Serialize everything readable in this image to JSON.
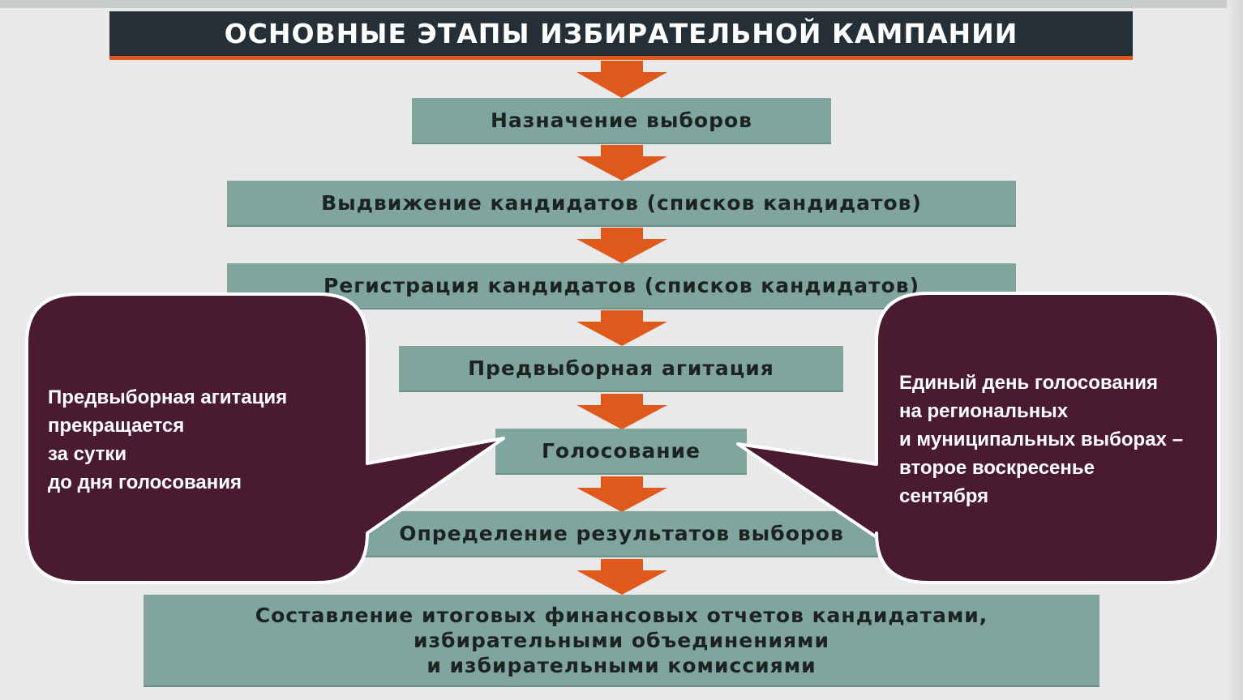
{
  "title": "ОСНОВНЫЕ ЭТАПЫ ИЗБИРАТЕЛЬНОЙ КАМПАНИИ",
  "steps": [
    "Назначение выборов",
    "Выдвижение кандидатов (списков кандидатов)",
    "Регистрация кандидатов (списков кандидатов)",
    "Предвыборная агитация",
    "Голосование",
    "Определение результатов выборов",
    "Составление итоговых финансовых отчетов кандидатами,\nизбирательными объединениями\nи избирательными комиссиями"
  ],
  "callouts": {
    "left": "Предвыборная агитация\nпрекращается\nза сутки\nдо дня голосования",
    "right": "Единый день голосования\nна региональных\nи муниципальных выборах –\nвторое воскресенье\nсентября"
  },
  "colors": {
    "title_bg": "#252f38",
    "accent_orange": "#e0591c",
    "step_bg": "#7fa59c",
    "callout_bg": "#4a1a31",
    "callout_border": "#ffffff"
  }
}
